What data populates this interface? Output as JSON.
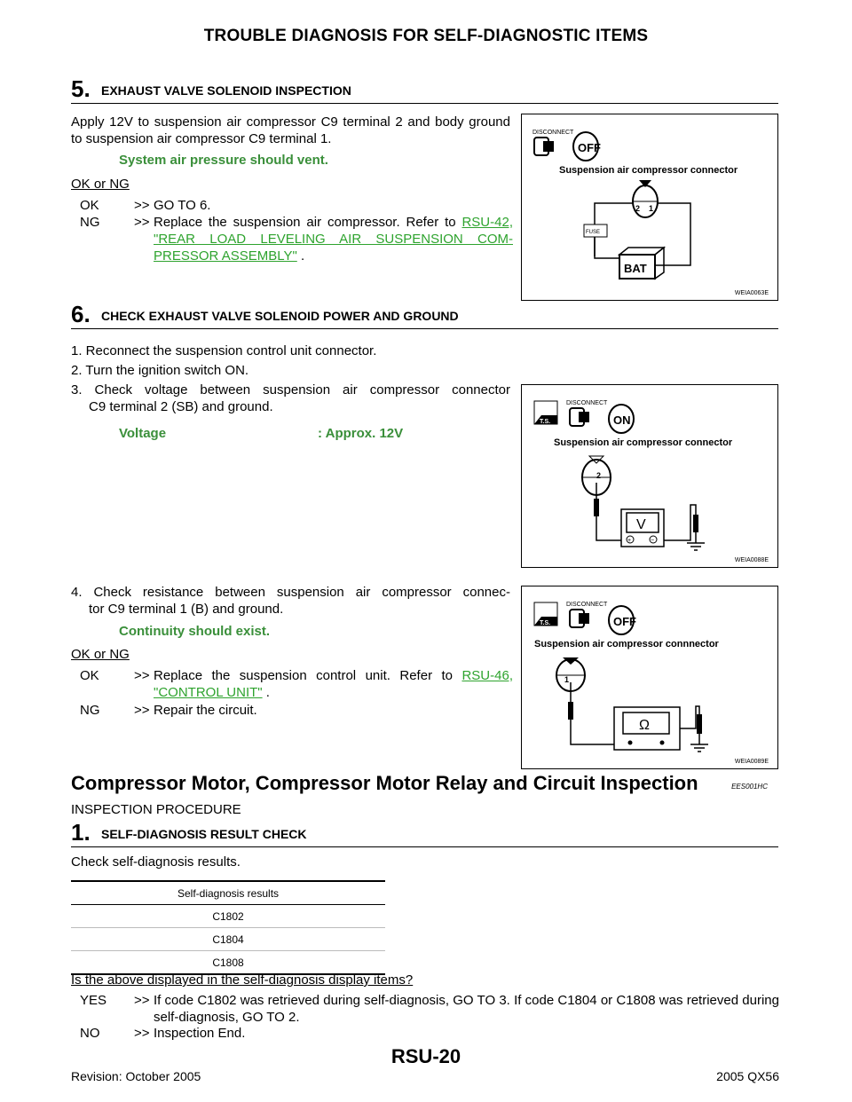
{
  "header": {
    "title": "TROUBLE DIAGNOSIS FOR SELF-DIAGNOSTIC ITEMS"
  },
  "step5": {
    "num": "5.",
    "title": "EXHAUST VALVE SOLENOID INSPECTION",
    "para": "Apply 12V to suspension air compressor C9 terminal 2 and body ground to suspension air compressor C9 terminal 1.",
    "spec": "System air pressure should vent.",
    "question": "OK or NG",
    "ok_key": "OK",
    "ok_arrow": ">>",
    "ok_text": "GO TO 6.",
    "ng_key": "NG",
    "ng_arrow": ">>",
    "ng_text": "Replace the suspension air compressor. Refer to",
    "ng_link": "RSU-42, \"REAR LOAD LEVELING AIR SUSPENSION COM-PRESSOR ASSEMBLY\"",
    "ng_tail": " .",
    "figure": {
      "disconnect": "DISCONNECT",
      "switch": "OFF",
      "connector": "Suspension air compressor connector",
      "pin_a": "2",
      "pin_b": "1",
      "fuse": "FUSE",
      "bat": "BAT",
      "id": "WEIA0063E"
    }
  },
  "step6": {
    "num": "6.",
    "title": "CHECK EXHAUST VALVE SOLENOID POWER AND GROUND",
    "item1": "1.  Reconnect the suspension control unit connector.",
    "item2": "2.  Turn the ignition switch ON.",
    "item3a": "3.  Check voltage between suspension air compressor connector",
    "item3b": "C9 terminal 2 (SB) and ground.",
    "spec_label": "Voltage",
    "spec_value": ": Approx. 12V",
    "item4a": "4.  Check resistance between suspension air compressor connec-",
    "item4b": "tor C9 terminal 1 (B) and ground.",
    "spec2": "Continuity should exist.",
    "question": "OK or NG",
    "ok_key": "OK",
    "ok_arrow": ">>",
    "ok_text": "Replace the suspension control unit. Refer to",
    "ok_link": "RSU-46, \"CONTROL UNIT\"",
    "ok_tail": " .",
    "ng_key": "NG",
    "ng_arrow": ">>",
    "ng_text": "Repair the circuit.",
    "figure1": {
      "ts": "T.S.",
      "disconnect": "DISCONNECT",
      "switch": "ON",
      "connector": "Suspension air compressor connector",
      "pin": "2",
      "meter": "V",
      "plus": "+",
      "minus": "−",
      "id": "WEIA0088E"
    },
    "figure2": {
      "ts": "T.S.",
      "disconnect": "DISCONNECT",
      "switch": "OFF",
      "connector": "Suspension air compressor connnector",
      "pin": "1",
      "meter": "Ω",
      "id": "WEIA0089E"
    }
  },
  "section": {
    "title": "Compressor Motor, Compressor Motor Relay and Circuit Inspection",
    "code": "EES001HC",
    "subtitle": "INSPECTION PROCEDURE"
  },
  "step1": {
    "num": "1.",
    "title": "SELF-DIAGNOSIS RESULT CHECK",
    "para": "Check self-diagnosis results.",
    "table": {
      "header": "Self-diagnosis results",
      "rows": [
        "C1802",
        "C1804",
        "C1808"
      ]
    },
    "question": "Is the above displayed in the self-diagnosis display items?",
    "yes_key": "YES",
    "yes_arrow": ">>",
    "yes_text": "If code C1802 was retrieved during self-diagnosis, GO TO 3. If code C1804 or C1808 was retrieved during self-diagnosis, GO TO 2.",
    "no_key": "NO",
    "no_arrow": ">>",
    "no_text": "Inspection End."
  },
  "footer": {
    "page": "RSU-20",
    "revision": "Revision: October 2005",
    "model": "2005 QX56"
  }
}
